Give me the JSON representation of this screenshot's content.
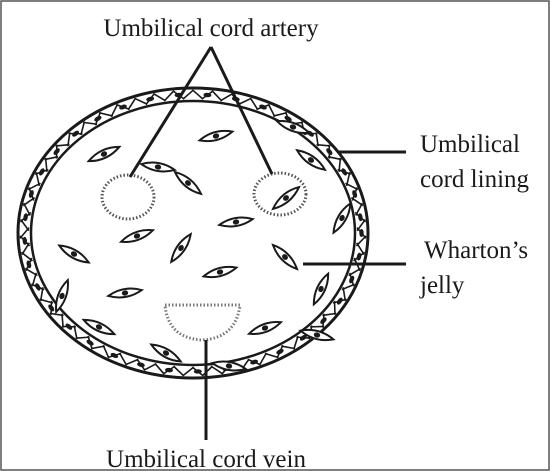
{
  "diagram": {
    "labels": {
      "artery": "Umbilical cord artery",
      "lining_line1": "Umbilical",
      "lining_line2": "cord lining",
      "jelly_line1": "Wharton’s",
      "jelly_line2": "jelly",
      "vein": "Umbilical cord vein"
    },
    "colors": {
      "ink": "#1a1a1a",
      "background": "#ffffff",
      "frame": "#555555"
    }
  }
}
